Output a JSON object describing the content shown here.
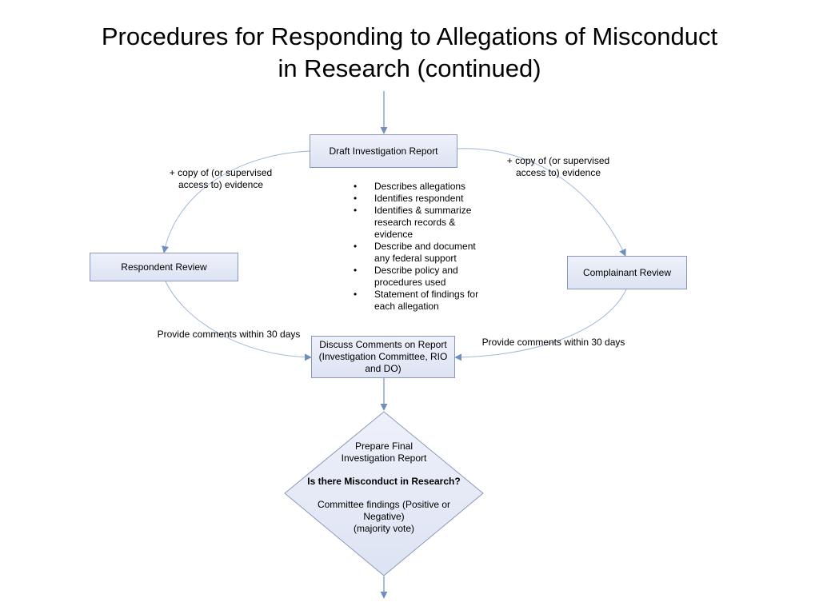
{
  "title": {
    "line1": "Procedures for Responding to Allegations of Misconduct",
    "line2": "in Research (continued)"
  },
  "nodes": {
    "draft_report": "Draft Investigation Report",
    "respondent_review": "Respondent Review",
    "complainant_review": "Complainant Review",
    "discuss_comments": {
      "line1": "Discuss Comments on Report",
      "line2": "(Investigation Committee, RIO",
      "line3": "and DO)"
    },
    "decision": {
      "line1": "Prepare Final",
      "line2": "Investigation Report",
      "question": "Is there Misconduct in Research?",
      "line3": "Committee findings (Positive or",
      "line4": "Negative)",
      "line5": "(majority vote)"
    }
  },
  "labels": {
    "left_evidence": {
      "line1": "+ copy of (or supervised",
      "line2": "access to) evidence"
    },
    "right_evidence": {
      "line1": "+ copy of (or supervised",
      "line2": "access to) evidence"
    },
    "left_comments": "Provide comments within 30 days",
    "right_comments": "Provide comments within 30 days"
  },
  "report_contents": [
    "Describes allegations",
    "Identifies respondent",
    "Identifies & summarize research records & evidence",
    "Describe and document any federal support",
    "Describe policy and procedures used",
    "Statement of findings for each allegation"
  ],
  "colors": {
    "connector": "#6f8fc0",
    "box_border": "#8a97ba",
    "box_fill_top": "#eef1fa",
    "box_fill_bottom": "#dde3f3"
  }
}
